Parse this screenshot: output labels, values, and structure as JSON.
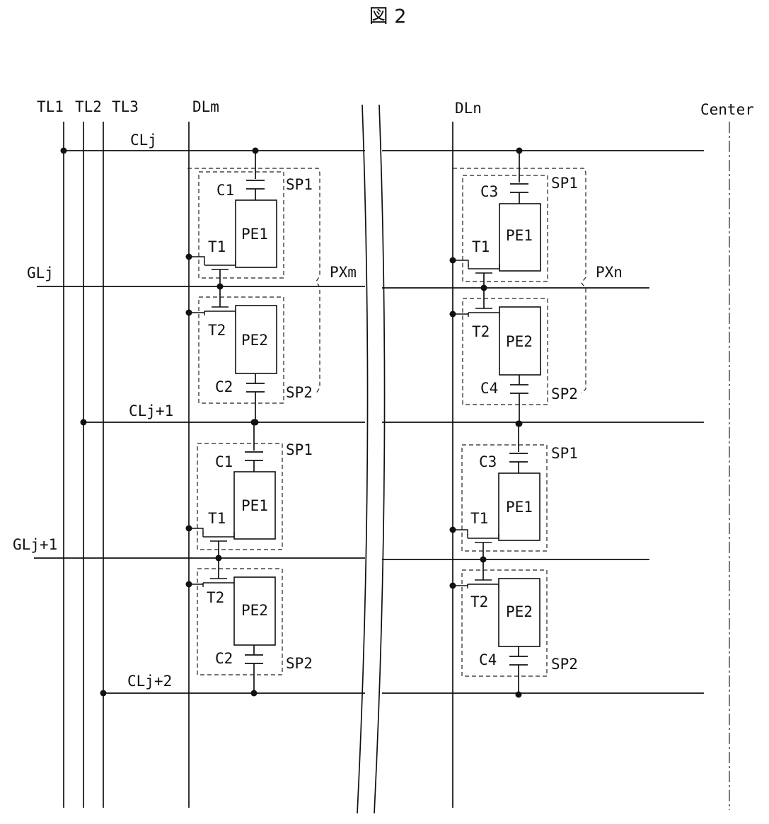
{
  "figure_title": "図 2",
  "lines": {
    "tl1": "TL1",
    "tl2": "TL2",
    "tl3": "TL3",
    "dlm": "DLm",
    "dln": "DLn",
    "center": "Center",
    "clj": "CLj",
    "clj1": "CLj+1",
    "clj2": "CLj+2",
    "glj": "GLj",
    "glj1": "GLj+1"
  },
  "pixels": {
    "pxm": "PXm",
    "pxn": "PXn"
  },
  "subpixels": {
    "sp1": "SP1",
    "sp2": "SP2"
  },
  "components": {
    "c1": "C1",
    "c2": "C2",
    "c3": "C3",
    "c4": "C4",
    "t1": "T1",
    "t2": "T2",
    "pe1": "PE1",
    "pe2": "PE2"
  }
}
